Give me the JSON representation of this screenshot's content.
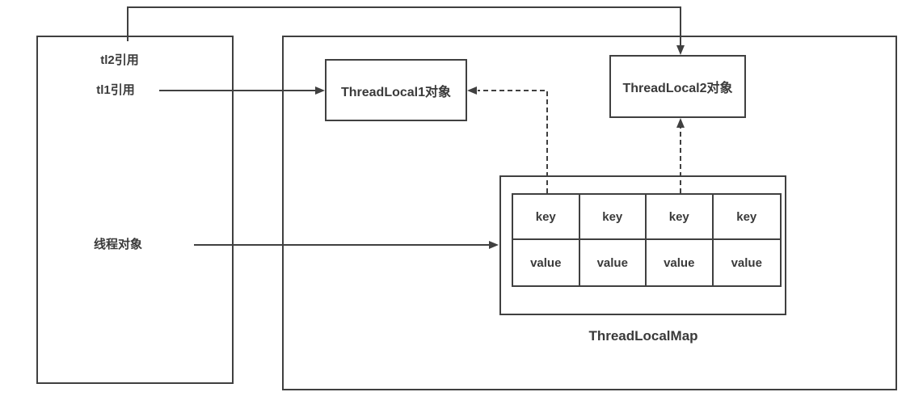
{
  "diagram": {
    "left_box": {
      "tl2_label": "tl2引用",
      "tl1_label": "tl1引用",
      "thread_label": "线程对象"
    },
    "heap_box": {
      "threadlocal1_label": "ThreadLocal1对象",
      "threadlocal2_label": "ThreadLocal2对象",
      "map_caption": "ThreadLocalMap",
      "map_table": {
        "rows": [
          [
            "key",
            "key",
            "key",
            "key"
          ],
          [
            "value",
            "value",
            "value",
            "value"
          ]
        ]
      }
    },
    "colors": {
      "line": "#404040",
      "text": "#3a3a3a",
      "background": "#ffffff"
    }
  }
}
